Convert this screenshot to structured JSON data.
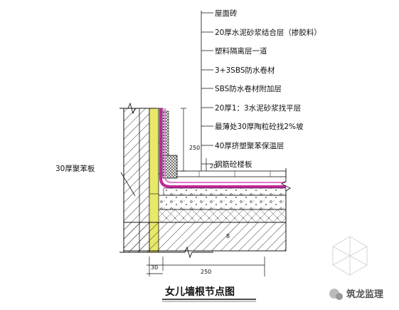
{
  "layers": [
    "屋面砖",
    "20厚水泥砂浆结合层（掺胶料）",
    "塑料隔离层一道",
    "3+3SBS防水卷材",
    "SBS防水卷材附加层",
    "20厚1：3水泥砂浆找平层",
    "最薄处30厚陶粒砼找2%坡",
    "40厚挤塑聚苯保温层",
    "钢筋砼楼板"
  ],
  "side_label": "30厚聚苯板",
  "dimensions": {
    "upturn": "250",
    "thickness": "30",
    "width": "250",
    "top": "20",
    "slab": "8"
  },
  "title": "女儿墙根节点图",
  "watermark": {
    "brand": "筑龙监理"
  },
  "colors": {
    "membrane": "#c0279a",
    "membrane_light": "#e07ad0",
    "insulation": "#e8e86a",
    "line": "#111111"
  }
}
